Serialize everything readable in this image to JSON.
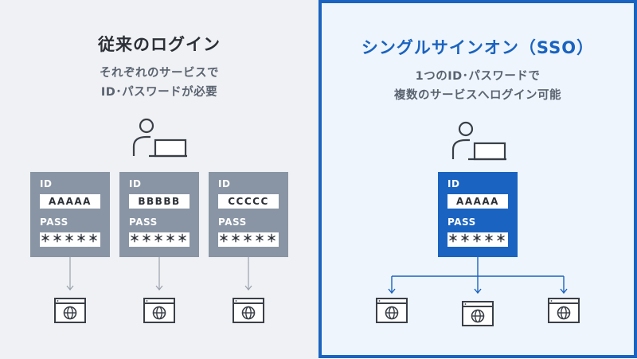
{
  "left": {
    "title": "従来のログイン",
    "subtitle_line1": "それぞれのサービスで",
    "subtitle_line2": "ID･パスワードが必要",
    "cards": [
      {
        "id_label": "ID",
        "id_value": "AAAAA",
        "pass_label": "PASS",
        "pass_value": "＊＊＊＊＊"
      },
      {
        "id_label": "ID",
        "id_value": "BBBBB",
        "pass_label": "PASS",
        "pass_value": "＊＊＊＊＊"
      },
      {
        "id_label": "ID",
        "id_value": "CCCCC",
        "pass_label": "PASS",
        "pass_value": "＊＊＊＊＊"
      }
    ]
  },
  "right": {
    "title": "シングルサインオン（SSO）",
    "subtitle_line1": "1つのID･パスワードで",
    "subtitle_line2": "複数のサービスへログイン可能",
    "card": {
      "id_label": "ID",
      "id_value": "AAAAA",
      "pass_label": "PASS",
      "pass_value": "＊＊＊＊＊"
    }
  },
  "colors": {
    "accent_blue": "#1a63c0",
    "gray_card": "#8995a4",
    "left_bg": "#f0f1f4",
    "right_bg": "#eef5fc",
    "arrow_gray": "#9aa3ae"
  },
  "icons": {
    "user": "user-at-laptop-icon",
    "service": "browser-globe-icon"
  }
}
